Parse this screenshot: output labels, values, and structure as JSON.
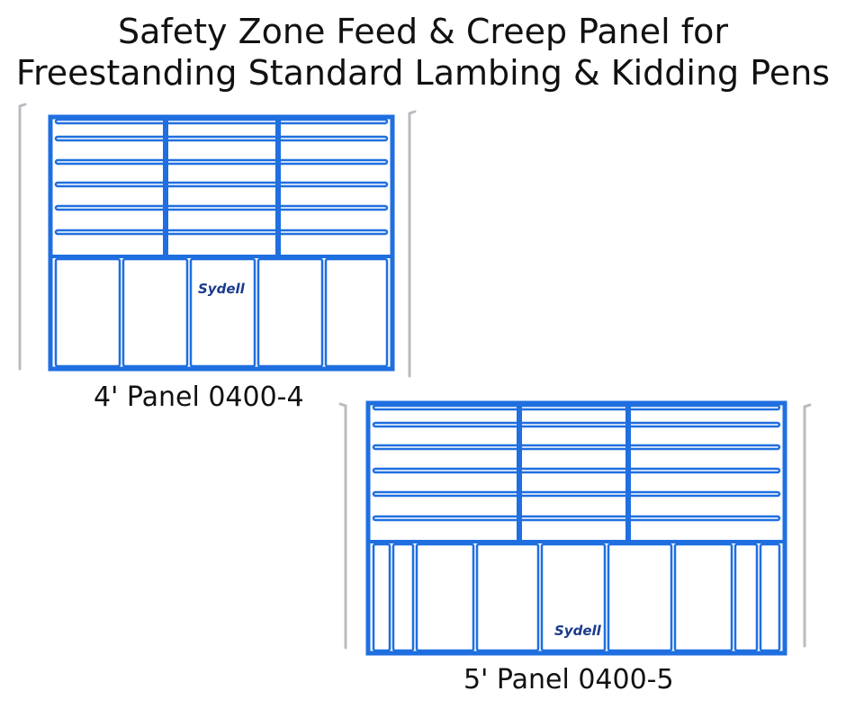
{
  "title": {
    "line1": "Safety Zone Feed & Creep Panel for",
    "line2": "Freestanding Standard Lambing & Kidding Pens"
  },
  "panels": [
    {
      "caption": "4' Panel 0400-4",
      "logo": "Sydell"
    },
    {
      "caption": "5' Panel 0400-5",
      "logo": "Sydell"
    }
  ],
  "colors": {
    "frame": "#1f6fe0",
    "rod": "#b8bcc0",
    "logo": "#1a3a8c"
  }
}
